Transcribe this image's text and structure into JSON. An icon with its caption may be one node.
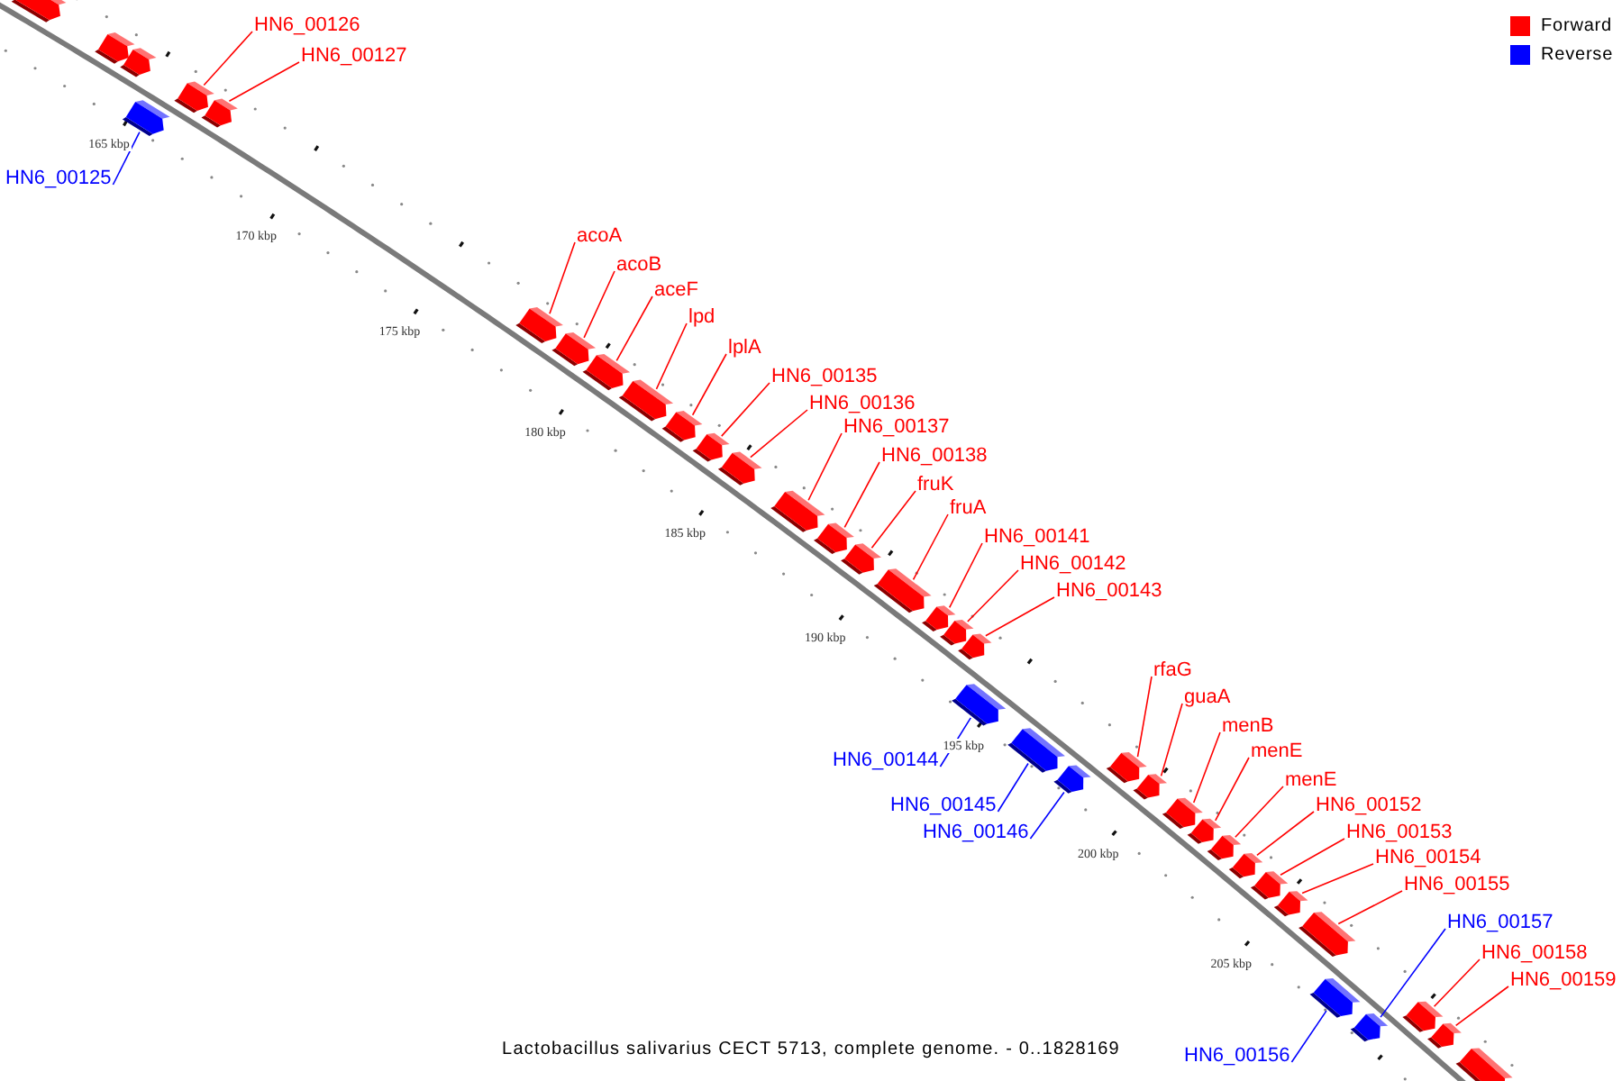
{
  "diagram": {
    "caption": "Lactobacillus salivarius CECT 5713, complete genome. - 0..1828169",
    "nodes": [
      {
        "text": [],
        "shape": "box"
      },
      {
        "text": [],
        "shape": "box"
      },
      {
        "text": [],
        "shape": "box"
      },
      {
        "text": [],
        "shape": "box"
      },
      {
        "text": [],
        "shape": "box"
      },
      {
        "text": [],
        "shape": "box"
      },
      {
        "text": [],
        "shape": "box"
      },
      {
        "text": [],
        "shape": "box"
      },
      {
        "text": [],
        "shape": "box"
      },
      {
        "text": [],
        "shape": "box"
      },
      {
        "text": [],
        "shape": "box"
      },
      {
        "text": [],
        "shape": "box"
      },
      {
        "text": [],
        "shape": "box"
      },
      {
        "text": [],
        "shape": "box"
      },
      {
        "text": [],
        "shape": "box"
      },
      {
        "text": [],
        "shape": "box"
      },
      {
        "text": [],
        "shape": "box"
      },
      {
        "text": [],
        "shape": "box"
      },
      {
        "text": [],
        "shape": "box"
      },
      {
        "text": [],
        "shape": "box"
      },
      {
        "text": [],
        "shape": "box"
      },
      {
        "text": [],
        "shape": "box"
      },
      {
        "text": [],
        "shape": "box"
      },
      {
        "text": [],
        "shape": "box"
      },
      {
        "text": [],
        "shape": "box"
      },
      {
        "text": [],
        "shape": "box"
      },
      {
        "text": [],
        "shape": "box"
      },
      {
        "text": [],
        "shape": "box"
      },
      {
        "text": [],
        "shape": "box"
      },
      {
        "text": [],
        "shape": "box"
      },
      {
        "text": [],
        "shape": "box"
      },
      {
        "text": [],
        "shape": "box"
      },
      {
        "text": [],
        "shape": "box"
      },
      {
        "text": [],
        "shape": "box"
      },
      {
        "text": [],
        "shape": "box"
      },
      {
        "text": [],
        "shape": "box"
      },
      {
        "text": [],
        "shape": "box"
      },
      {
        "text": [
          "HN6_00126"
        ]
      },
      {
        "text": [
          "HN6_00127"
        ]
      },
      {
        "text": [
          "HN6_00125"
        ]
      },
      {
        "text": [
          "acoA"
        ]
      },
      {
        "text": [
          "acoB"
        ]
      },
      {
        "text": [
          "aceF"
        ]
      },
      {
        "text": [
          "lpd"
        ]
      },
      {
        "text": [
          "lplA"
        ]
      },
      {
        "text": [
          "HN6_00135"
        ]
      },
      {
        "text": [
          "HN6_00136"
        ]
      },
      {
        "text": [
          "HN6_00137"
        ]
      },
      {
        "text": [
          "HN6_00138"
        ]
      },
      {
        "text": [
          "fruK"
        ]
      },
      {
        "text": [
          "fruA"
        ]
      },
      {
        "text": [
          "HN6_00141"
        ]
      },
      {
        "text": [
          "HN6_00142"
        ]
      },
      {
        "text": [
          "HN6_00143"
        ]
      },
      {
        "text": [
          "rfaG"
        ]
      },
      {
        "text": [
          "guaA"
        ]
      },
      {
        "text": [
          "menB"
        ]
      },
      {
        "text": [
          "menE"
        ]
      },
      {
        "text": [
          "menE"
        ]
      },
      {
        "text": [
          "HN6_00144"
        ]
      },
      {
        "text": [
          "HN6_00152"
        ]
      },
      {
        "text": [
          "HN6_00145"
        ]
      },
      {
        "text": [
          "HN6_00153"
        ]
      },
      {
        "text": [
          "HN6_00146"
        ]
      },
      {
        "text": [
          "HN6_00154"
        ]
      },
      {
        "text": [
          "HN6_00155"
        ]
      },
      {
        "text": [
          "HN6_00157"
        ]
      },
      {
        "text": [
          "HN6_00158"
        ]
      },
      {
        "text": [
          "HN6_00159"
        ]
      },
      {
        "text": [
          "HN6_00156"
        ]
      }
    ],
    "edges": [
      {
        "from": 37,
        "to": 4,
        "arrow": "none"
      },
      {
        "from": 38,
        "to": 5,
        "arrow": "none"
      },
      {
        "from": 39,
        "to": 3,
        "arrow": "none",
        "color": "#0000ff"
      },
      {
        "from": 40,
        "to": 6,
        "arrow": "none"
      },
      {
        "from": 41,
        "to": 7,
        "arrow": "none"
      },
      {
        "from": 42,
        "to": 8,
        "arrow": "none"
      },
      {
        "from": 43,
        "to": 9,
        "arrow": "none"
      },
      {
        "from": 44,
        "to": 10,
        "arrow": "none"
      },
      {
        "from": 45,
        "to": 11,
        "arrow": "none"
      },
      {
        "from": 46,
        "to": 12,
        "arrow": "none"
      },
      {
        "from": 47,
        "to": 13,
        "arrow": "none"
      },
      {
        "from": 48,
        "to": 14,
        "arrow": "none"
      },
      {
        "from": 49,
        "to": 15,
        "arrow": "none"
      },
      {
        "from": 50,
        "to": 16,
        "arrow": "none"
      },
      {
        "from": 51,
        "to": 17,
        "arrow": "none"
      },
      {
        "from": 52,
        "to": 18,
        "arrow": "none"
      },
      {
        "from": 53,
        "to": 19,
        "arrow": "none"
      },
      {
        "from": 54,
        "to": 23,
        "arrow": "none"
      },
      {
        "from": 55,
        "to": 24,
        "arrow": "none"
      },
      {
        "from": 56,
        "to": 25,
        "arrow": "none"
      },
      {
        "from": 57,
        "to": 26,
        "arrow": "none"
      },
      {
        "from": 58,
        "to": 27,
        "arrow": "none"
      },
      {
        "from": 59,
        "to": 20,
        "arrow": "none",
        "color": "#0000ff"
      },
      {
        "from": 60,
        "to": 28,
        "arrow": "none"
      },
      {
        "from": 61,
        "to": 21,
        "arrow": "none",
        "color": "#0000ff"
      },
      {
        "from": 62,
        "to": 29,
        "arrow": "none"
      },
      {
        "from": 63,
        "to": 22,
        "arrow": "none",
        "color": "#0000ff"
      },
      {
        "from": 64,
        "to": 30,
        "arrow": "none"
      },
      {
        "from": 65,
        "to": 31,
        "arrow": "none"
      },
      {
        "from": 66,
        "to": 33,
        "arrow": "none",
        "color": "#0000ff"
      },
      {
        "from": 67,
        "to": 34,
        "arrow": "none"
      },
      {
        "from": 68,
        "to": 35,
        "arrow": "none"
      },
      {
        "from": 69,
        "to": 32,
        "arrow": "none",
        "color": "#0000ff"
      }
    ],
    "labels": [
      "165 kbp",
      "170 kbp",
      "175 kbp",
      "180 kbp",
      "185 kbp",
      "190 kbp",
      "195 kbp",
      "200 kbp",
      "205 kbp"
    ],
    "legend": [
      {
        "text": "Forward",
        "color": "#ff0000"
      },
      {
        "text": "Reverse",
        "color": "#0000ff"
      }
    ]
  }
}
